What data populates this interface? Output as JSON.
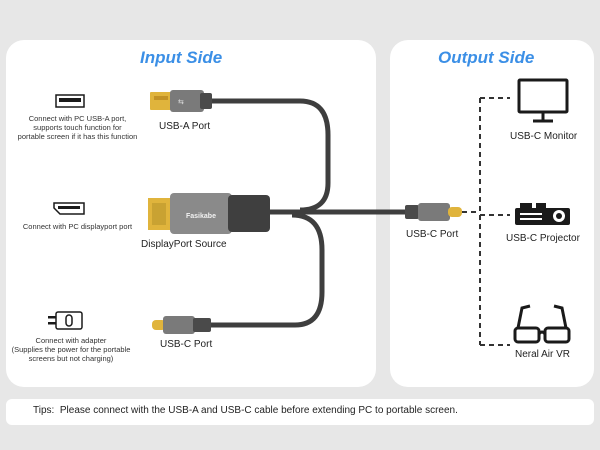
{
  "input_side": {
    "title": "Input Side",
    "usb_a_port": "USB-A Port",
    "usb_a_desc": [
      "Connect with PC USB-A port,",
      "supports touch function for",
      "portable screen if it has this function"
    ],
    "displayport_source": "DisplayPort Source",
    "displayport_desc": "Connect with PC displayport port",
    "usb_c_port": "USB-C  Port",
    "adapter_desc": [
      "Connect with adapter",
      "(Supplies the power for the portable",
      "screens but not charging)"
    ]
  },
  "output_side": {
    "title": "Output Side",
    "usb_c_port": "USB-C  Port",
    "devices": [
      "USB-C Monitor",
      "USB-C Projector",
      "Neral Air VR"
    ]
  },
  "brand": "Fasikabe",
  "tips": {
    "label": "Tips:",
    "text": "Please connect with the USB-A and USB-C cable before extending PC to portable screen."
  },
  "colors": {
    "accent": "#3b8fe6",
    "gold": "#e0b43c",
    "cable": "#4a4a4a"
  }
}
